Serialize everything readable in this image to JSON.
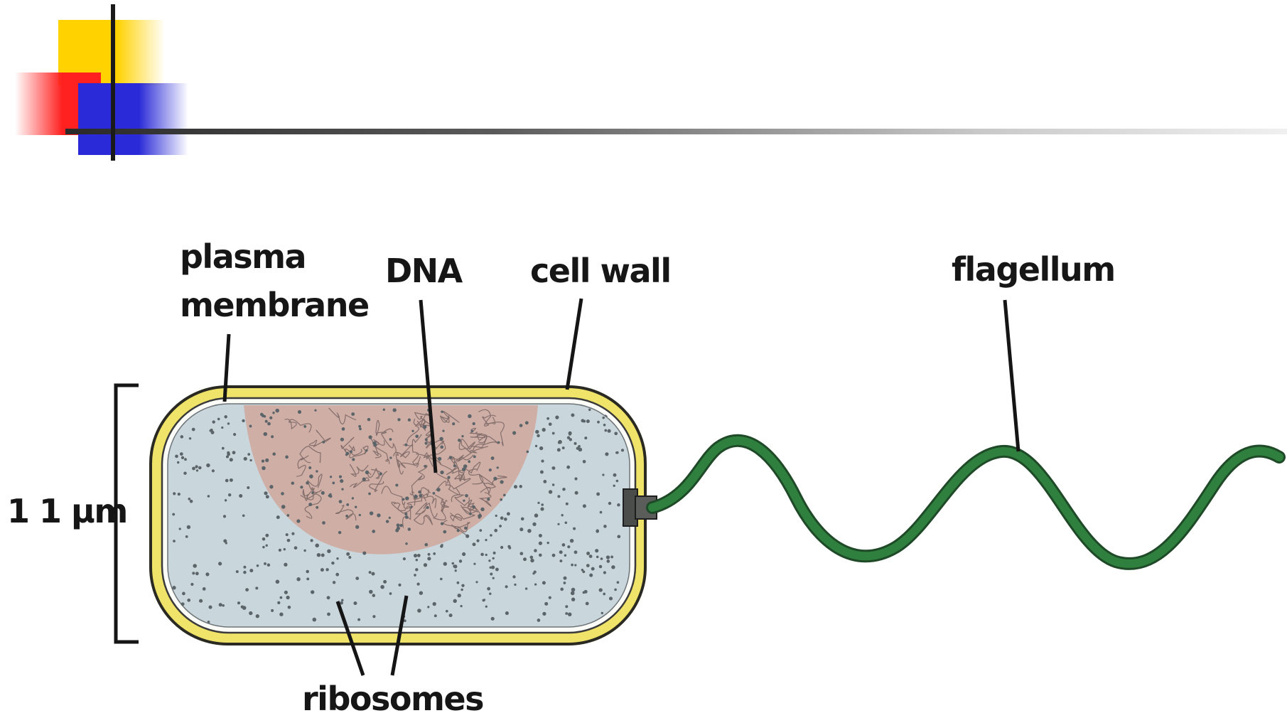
{
  "labels": {
    "plasma_membrane_line1": "plasma",
    "plasma_membrane_line2": "membrane",
    "dna": "DNA",
    "cell_wall": "cell wall",
    "flagellum": "flagellum",
    "ribosomes": "ribosomes",
    "scale": "1 1 μm"
  },
  "colors": {
    "cell_wall": "#efe36a",
    "cell_wall_edge": "#2a2a22",
    "cytoplasm": "#c9d6dc",
    "nucleoid": "#cfaea6",
    "flagellum": "#2f7f3e",
    "ribosome_dot": "#5b6468",
    "accent_yellow": "#ffd200",
    "accent_red": "#ff2020",
    "accent_blue": "#2a2ad8"
  }
}
